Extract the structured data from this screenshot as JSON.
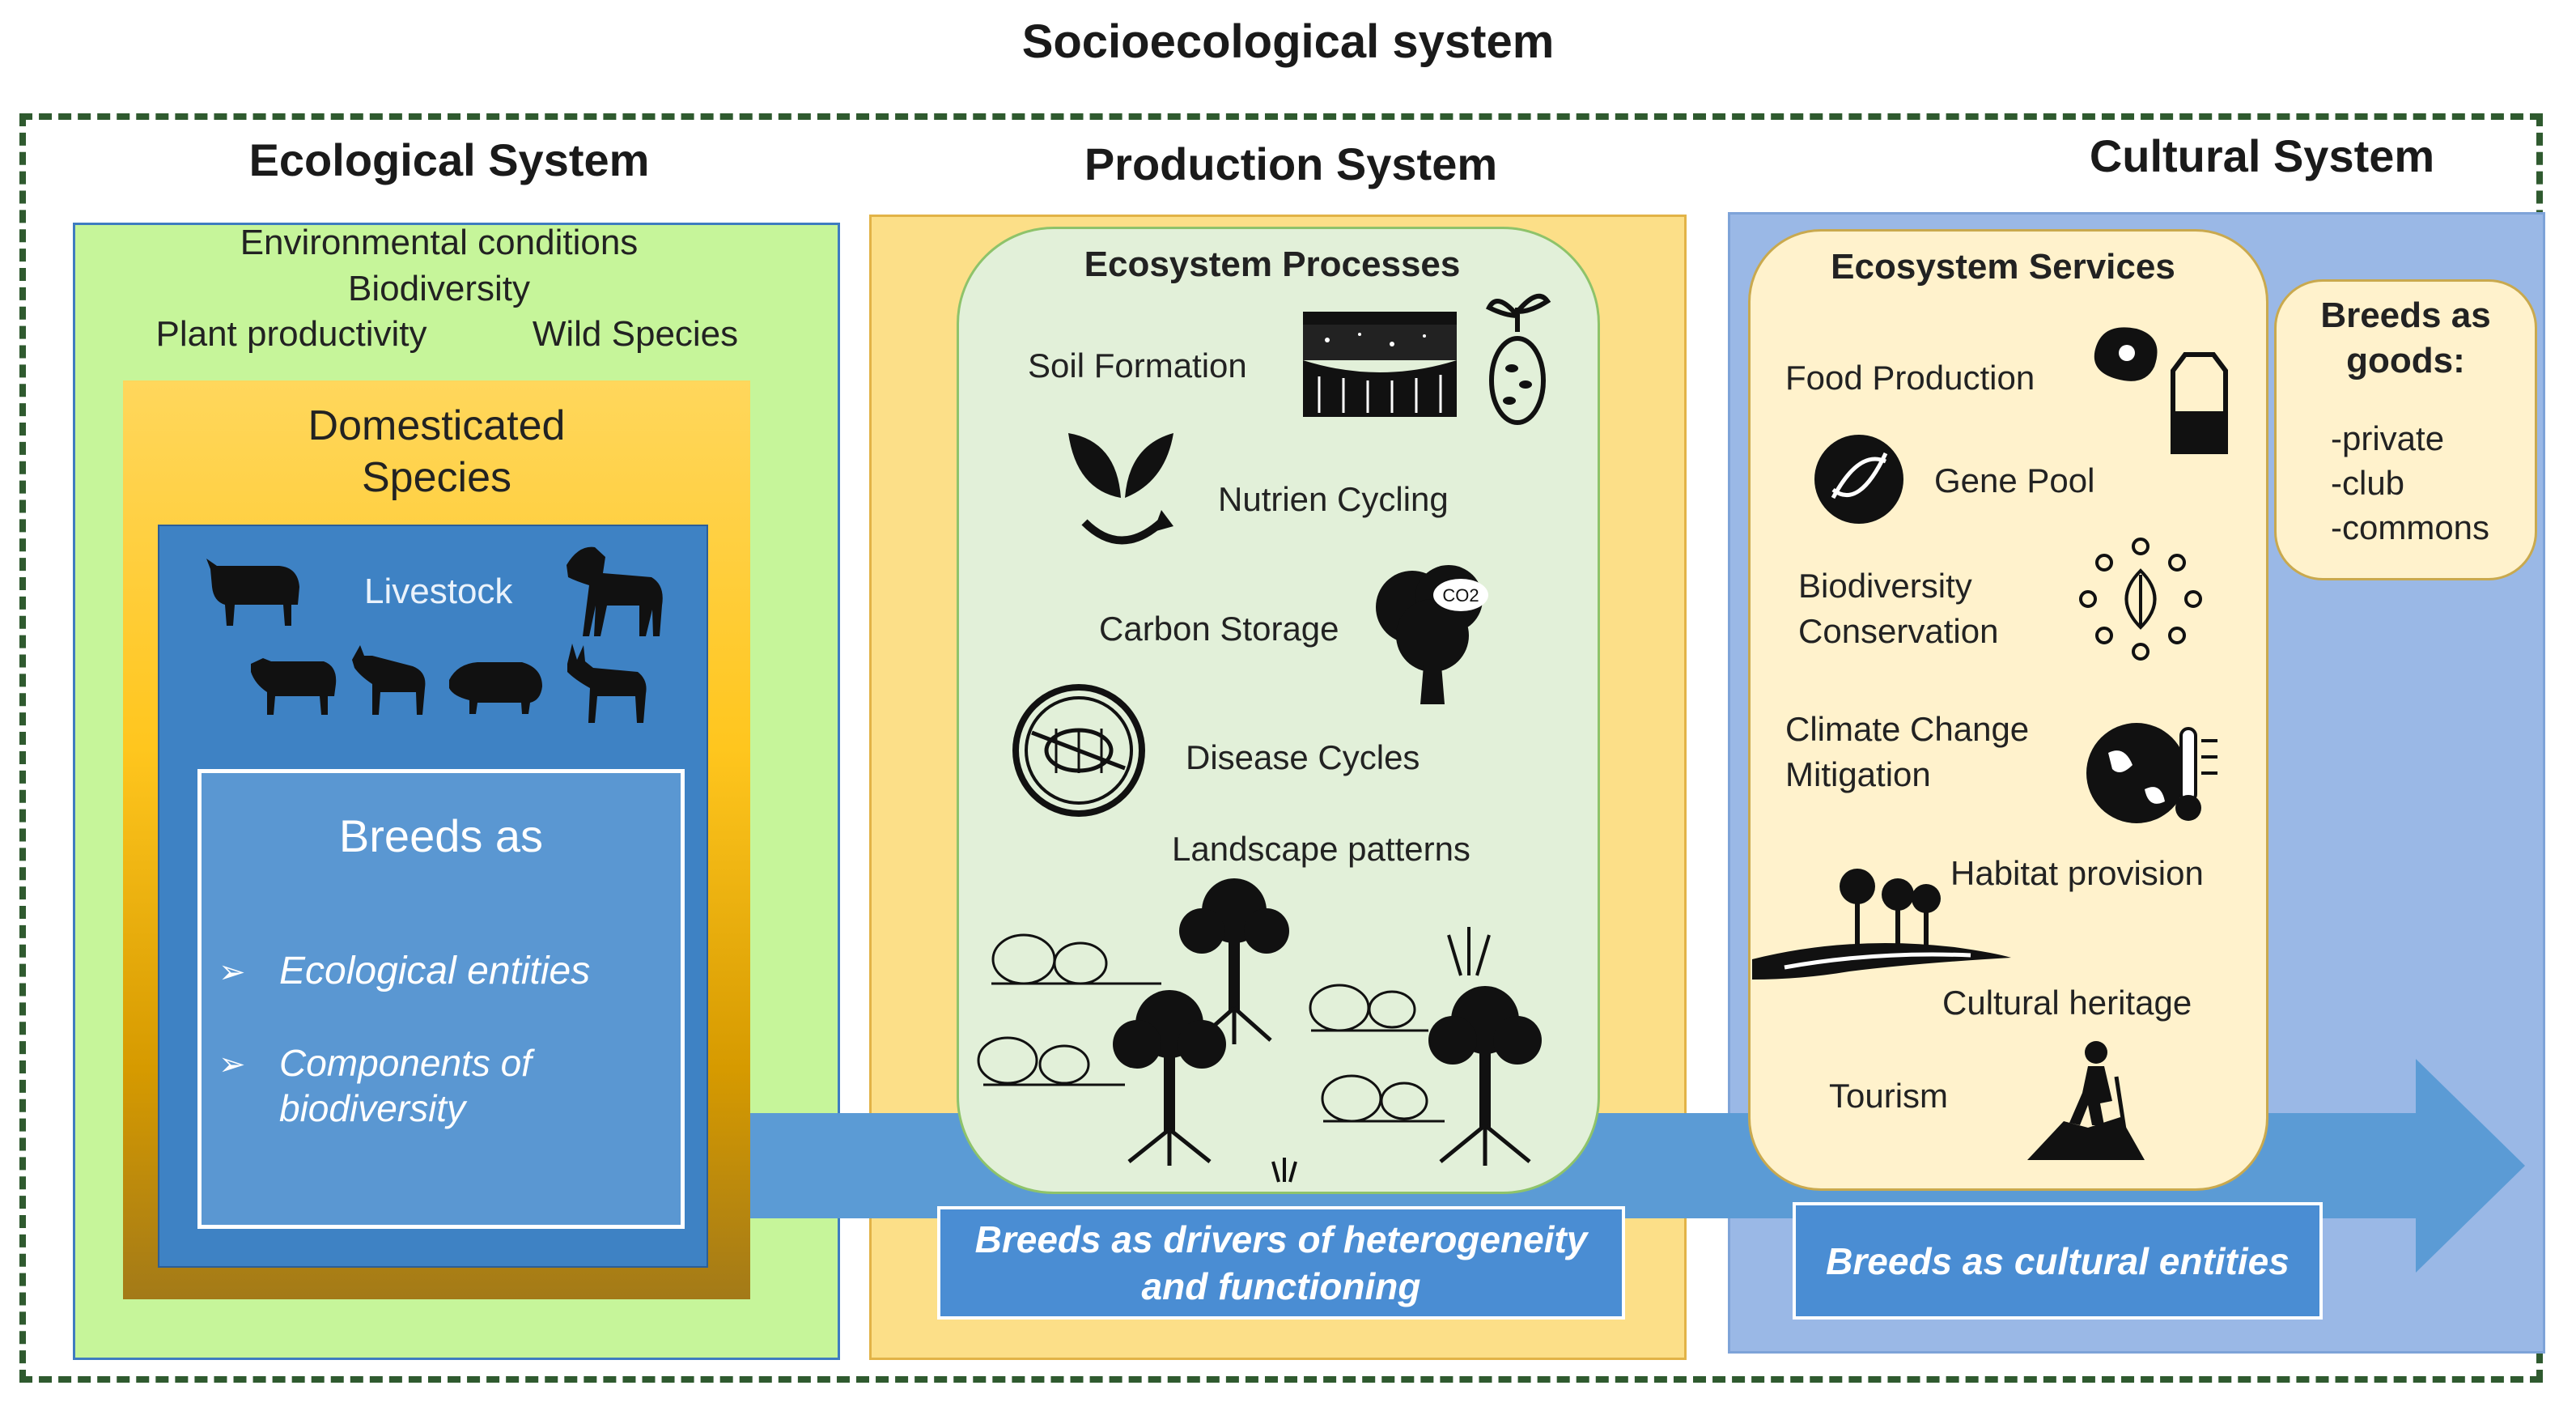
{
  "title": "Socioecological system",
  "ecological": {
    "title": "Ecological System",
    "env": "Environmental conditions",
    "bio": "Biodiversity",
    "plant": "Plant productivity",
    "wild": "Wild Species",
    "domesticated_line1": "Domesticated",
    "domesticated_line2": "Species",
    "livestock": "Livestock",
    "breeds_title": "Breeds as",
    "bullet1": "Ecological entities",
    "bullet2_line1": "Components of",
    "bullet2_line2": "biodiversity",
    "bullet_marker": "➢"
  },
  "production": {
    "title": "Production System",
    "processes_title": "Ecosystem Processes",
    "soil": "Soil Formation",
    "nutrient": "Nutrien Cycling",
    "carbon": "Carbon Storage",
    "disease": "Disease Cycles",
    "landscape": "Landscape patterns",
    "banner_line1": "Breeds as drivers of heterogeneity",
    "banner_line2": "and functioning",
    "co2_label": "CO2"
  },
  "cultural": {
    "title": "Cultural System",
    "services_title": "Ecosystem Services",
    "food": "Food Production",
    "gene": "Gene Pool",
    "biocons_line1": "Biodiversity",
    "biocons_line2": "Conservation",
    "climate_line1": "Climate Change",
    "climate_line2": "Mitigation",
    "habitat": "Habitat provision",
    "heritage": "Cultural heritage",
    "tourism": "Tourism",
    "goods_line1": "Breeds as",
    "goods_line2": "goods:",
    "goods_private": "-private",
    "goods_club": "-club",
    "goods_commons": "-commons",
    "banner": "Breeds as cultural entities"
  },
  "colors": {
    "ecological_bg": "#c6f59a",
    "production_bg": "#fcdf88",
    "cultural_bg": "#9ab8e6",
    "arrow": "#5b9bd5",
    "dashed_border": "#2f5a2f"
  }
}
